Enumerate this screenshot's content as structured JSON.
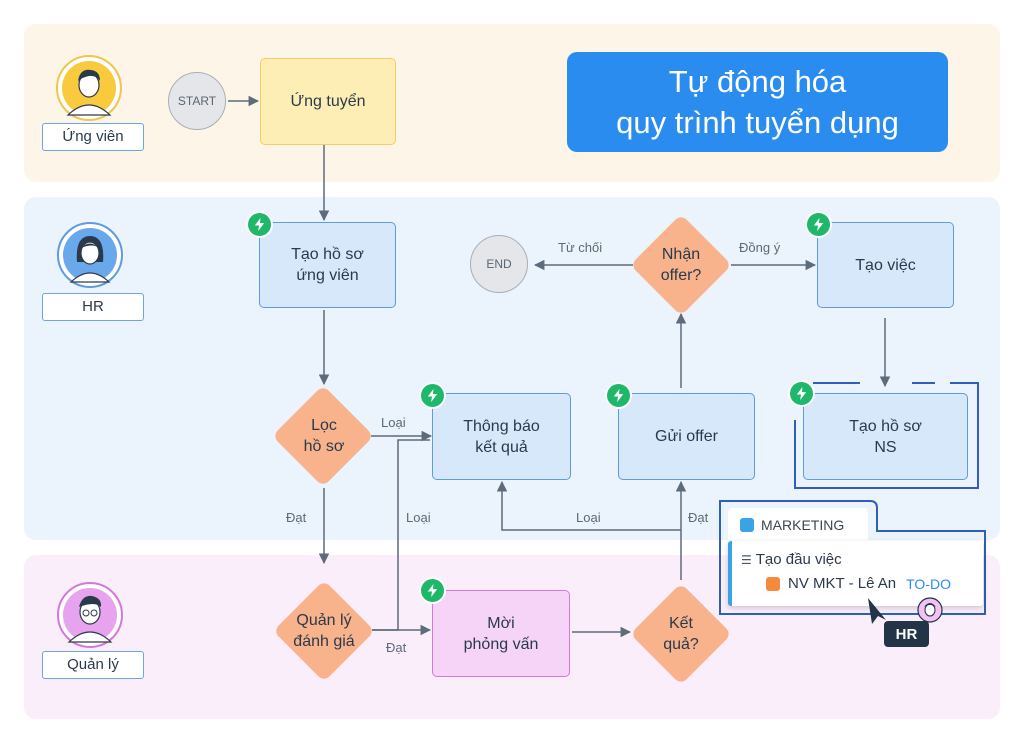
{
  "title": {
    "line1": "Tự động hóa",
    "line2": "quy trình tuyển dụng"
  },
  "lanes": [
    {
      "label": "Ứng viên"
    },
    {
      "label": "HR"
    },
    {
      "label": "Quản lý"
    }
  ],
  "nodes": {
    "start": "START",
    "ung_tuyen": "Ứng tuyển",
    "tao_ho_so_ung_vien": "Tạo hồ sơ\nứng viên",
    "loc_ho_so": "Lọc\nhồ sơ",
    "thong_bao_ket_qua": "Thông báo\nkết quả",
    "gui_offer": "Gửi offer",
    "nhan_offer": "Nhận\noffer?",
    "end": "END",
    "tao_viec": "Tạo việc",
    "tao_ho_so_ns": "Tạo hồ sơ\nNS",
    "quan_ly_danh_gia": "Quản lý\nđánh giá",
    "moi_phong_van": "Mời\nphỏng vấn",
    "ket_qua": "Kết\nquả?"
  },
  "edge_labels": {
    "tu_choi": "Từ chối",
    "dong_y": "Đồng ý",
    "loai_1": "Loại",
    "dat_1": "Đạt",
    "loai_2": "Loại",
    "loai_3": "Loại",
    "dat_2": "Đạt",
    "dat_3": "Đạt"
  },
  "task_card": {
    "project": "MARKETING",
    "heading": "Tạo đầu việc",
    "assignee": "NV MKT - Lê An",
    "status": "TO-DO",
    "actor": "HR"
  },
  "colors": {
    "accent_blue": "#2b8cf0",
    "automation_green": "#1fb86a",
    "decision_orange": "#f8b28c",
    "status_todo": "#2b8cf0"
  }
}
